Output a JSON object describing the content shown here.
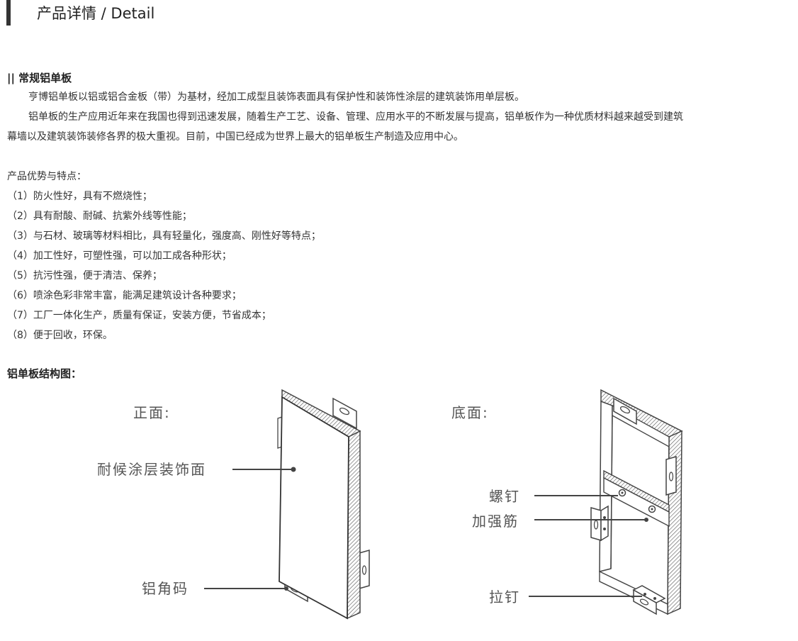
{
  "header": {
    "title": "产品详情 / Detail"
  },
  "section": {
    "title": "|| 常规铝单板",
    "paragraph1": "亨博铝单板以铝或铝合金板（带）为基材，经加工成型且装饰表面具有保护性和装饰性涂层的建筑装饰用单层板。",
    "paragraph2_line1": "铝单板的生产应用近年来在我国也得到迅速发展，随着生产工艺、设备、管理、应用水平的不断发展与提高，铝单板作为一种优质材料越来越受到建筑",
    "paragraph2_line2": "幕墙以及建筑装饰装修各界的极大重视。目前，中国已经成为世界上最大的铝单板生产制造及应用中心。"
  },
  "features": {
    "title": "产品优势与特点：",
    "items": [
      "（1）防火性好，具有不燃烧性；",
      "（2）具有耐酸、耐碱、抗紫外线等性能；",
      "（3）与石材、玻璃等材料相比，具有轻量化，强度高、刚性好等特点；",
      "（4）加工性好，可塑性强，可以加工成各种形状；",
      "（5）抗污性强，便于清洁、保养；",
      "（6）喷涂色彩非常丰富，能满足建筑设计各种要求；",
      "（7）工厂一体化生产，质量有保证，安装方便，节省成本；",
      "（8）便于回收，环保。"
    ]
  },
  "diagram": {
    "title": "铝单板结构图：",
    "front": {
      "heading": "正面:",
      "coating_label": "耐候涂层装饰面",
      "corner_label": "铝角码"
    },
    "back": {
      "heading": "底面:",
      "screw_label": "螺钉",
      "rib_label": "加强筋",
      "rivet_label": "拉钉"
    }
  },
  "colors": {
    "text": "#333333",
    "line": "#444444",
    "label": "#555555",
    "bar": "#333333"
  }
}
